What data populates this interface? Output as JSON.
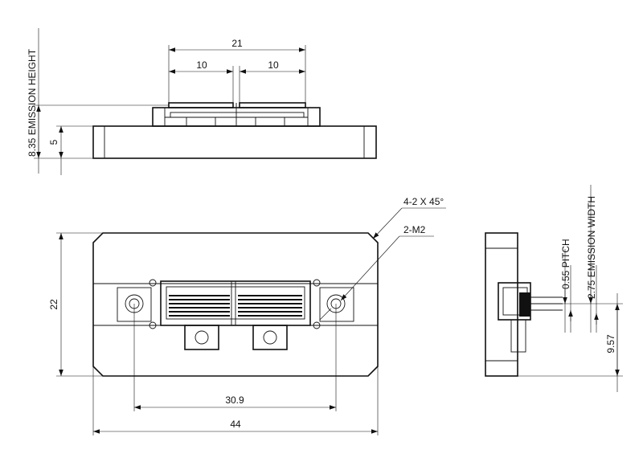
{
  "dimensions": {
    "emission_height": "8.35 EMISSION HEIGHT",
    "height_5": "5",
    "width_21": "21",
    "half_left": "10",
    "half_right": "10",
    "height_22": "22",
    "hole_spacing": "30.9",
    "overall_width": "44",
    "chamfer": "4-2 X 45°",
    "thread": "2-M2",
    "pitch": "0.55 PITCH",
    "emission_width": "2.75 EMISSION WIDTH",
    "side_height": "9.57"
  }
}
